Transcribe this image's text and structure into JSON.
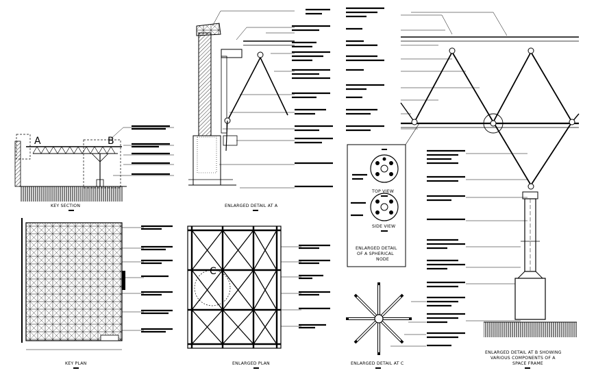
{
  "captions": {
    "key_section": "KEY SECTION",
    "detail_a": "ENLARGED DETAIL AT A",
    "key_plan": "KEY PLAN",
    "enlarged_plan": "ENLARGED PLAN",
    "detail_c": "ENLARGED DETAIL AT C",
    "node_title_1": "ENLARGED DETAIL",
    "node_title_2": "OF A SPHERICAL",
    "node_title_3": "NODE",
    "top_view": "TOP VIEW",
    "side_view": "SIDE VIEW",
    "detail_b_1": "ENLARGED DETAIL AT B SHOWING",
    "detail_b_2": "VARIOUS COMPONENTS OF A",
    "detail_b_3": "SPACE FRAME"
  },
  "markers": {
    "a": "A",
    "b": "B",
    "c": "C"
  },
  "colors": {
    "ink": "#000000",
    "paper": "#ffffff"
  }
}
